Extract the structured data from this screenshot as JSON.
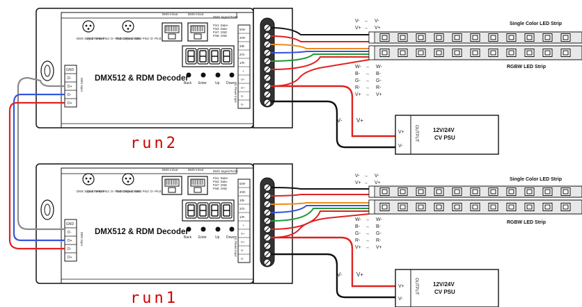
{
  "decoders": [
    {
      "title": "DMX512 & RDM Decoder",
      "display_label": "run2",
      "display_digits": "8.8.8.8.",
      "xlr_female_label": "DMX Signal Female",
      "xlr_male_label": "DMX Signal Male",
      "xlr_pins": "Pin1: GND Pin2: D- Pin3: D+",
      "rj45_in_label": "DMX in/out",
      "rj45_out_label": "DMX in/out",
      "rj45_pin_title": "DMX Signal RJ45",
      "rj45_pins": [
        "Pin1: Data+",
        "Pin2: Data-",
        "Pin7: GND",
        "Pin8: GND"
      ],
      "buttons": [
        "Back",
        "Enter",
        "Up",
        "Down"
      ],
      "dmx_terminals": [
        "GND",
        "D-",
        "D+",
        "D-",
        "D+"
      ],
      "dmx_side_label": "DMX Input",
      "output_terminals": [
        "5/W-",
        "4/W-",
        "3/B-",
        "2/G-",
        "1/R-",
        "+",
        "V+",
        "V+",
        "V-",
        "V-"
      ],
      "dc_power_label": "DC Power Input"
    },
    {
      "title": "DMX512 & RDM Decoder",
      "display_label": "run1",
      "display_digits": "8.8.8.8.",
      "xlr_female_label": "DMX Signal Female",
      "xlr_male_label": "DMX Signal Male",
      "xlr_pins": "Pin1: GND Pin2: D- Pin3: D+",
      "rj45_in_label": "DMX in/out",
      "rj45_out_label": "DMX in/out",
      "rj45_pin_title": "DMX Signal RJ45",
      "rj45_pins": [
        "Pin1: Data+",
        "Pin2: Data-",
        "Pin7: GND",
        "Pin8: GND"
      ],
      "buttons": [
        "Back",
        "Enter",
        "Up",
        "Down"
      ],
      "dmx_terminals": [
        "GND",
        "D-",
        "D+",
        "D-",
        "D+"
      ],
      "dmx_side_label": "DMX Input",
      "output_terminals": [
        "5/W-",
        "4/W-",
        "3/B-",
        "2/G-",
        "1/R-",
        "+",
        "V+",
        "V+",
        "V-",
        "V-"
      ],
      "dc_power_label": "DC Power Input"
    }
  ],
  "strips": {
    "single_color_label": "Single Color LED Strip",
    "rgbw_label": "RGBW LED Strip",
    "single_pins": [
      {
        "from": "V-",
        "to": "V-"
      },
      {
        "from": "V+",
        "to": "V+"
      }
    ],
    "rgbw_pins": [
      {
        "from": "W-",
        "to": "W-"
      },
      {
        "from": "B-",
        "to": "B-"
      },
      {
        "from": "G-",
        "to": "G-"
      },
      {
        "from": "R-",
        "to": "R-"
      },
      {
        "from": "V+",
        "to": "V+"
      }
    ]
  },
  "psu": {
    "title_line1": "12V/24V",
    "title_line2": "CV PSU",
    "output_label": "OUTPUT",
    "terminal_plus": "V+",
    "terminal_minus": "V-",
    "wire_minus_label": "V-",
    "wire_plus_label": "V+"
  },
  "colors": {
    "red_wire": "#e02020",
    "black_wire": "#111111",
    "orange_wire": "#f08a1a",
    "blue_wire": "#3355dd",
    "green_wire": "#1f9a3a",
    "gray_wire": "#8a8a8a",
    "display_red": "#d00000"
  }
}
